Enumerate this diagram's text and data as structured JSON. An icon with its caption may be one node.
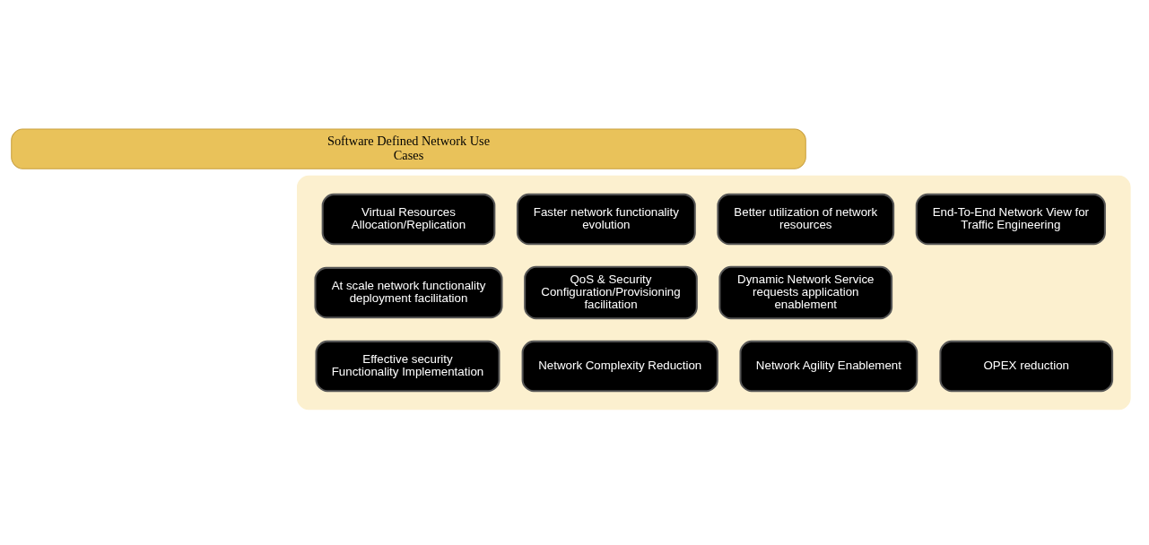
{
  "diagram": {
    "nodes": [
      {
        "text": [
          "Software Defined Network Use Cases"
        ]
      },
      {
        "text": [],
        "shape": "box"
      },
      {
        "text": [
          "Virtual Resources Allocation/Replication"
        ],
        "in": 1
      },
      {
        "text": [
          "Faster network functionality evolution"
        ],
        "in": 1
      },
      {
        "text": [
          "Better utilization of network resources"
        ],
        "in": 1
      },
      {
        "text": [
          "End-To-End Network View for Traffic Engineering"
        ],
        "in": 1
      },
      {
        "text": [
          "At scale network functionality deployment facilitation"
        ],
        "in": 1
      },
      {
        "text": [
          "QoS & Security Configuration/Provisioning facilitation"
        ],
        "in": 1
      },
      {
        "text": [
          "Dynamic Network Service requests application enablement"
        ],
        "in": 1
      },
      {
        "text": [
          "Effective security Functionality Implementation"
        ],
        "in": 1
      },
      {
        "text": [
          "Network Complexity Reduction"
        ],
        "in": 1
      },
      {
        "text": [
          "Network Agility Enablement"
        ],
        "in": 1
      },
      {
        "text": [
          "OPEX reduction"
        ],
        "in": 1
      }
    ]
  }
}
